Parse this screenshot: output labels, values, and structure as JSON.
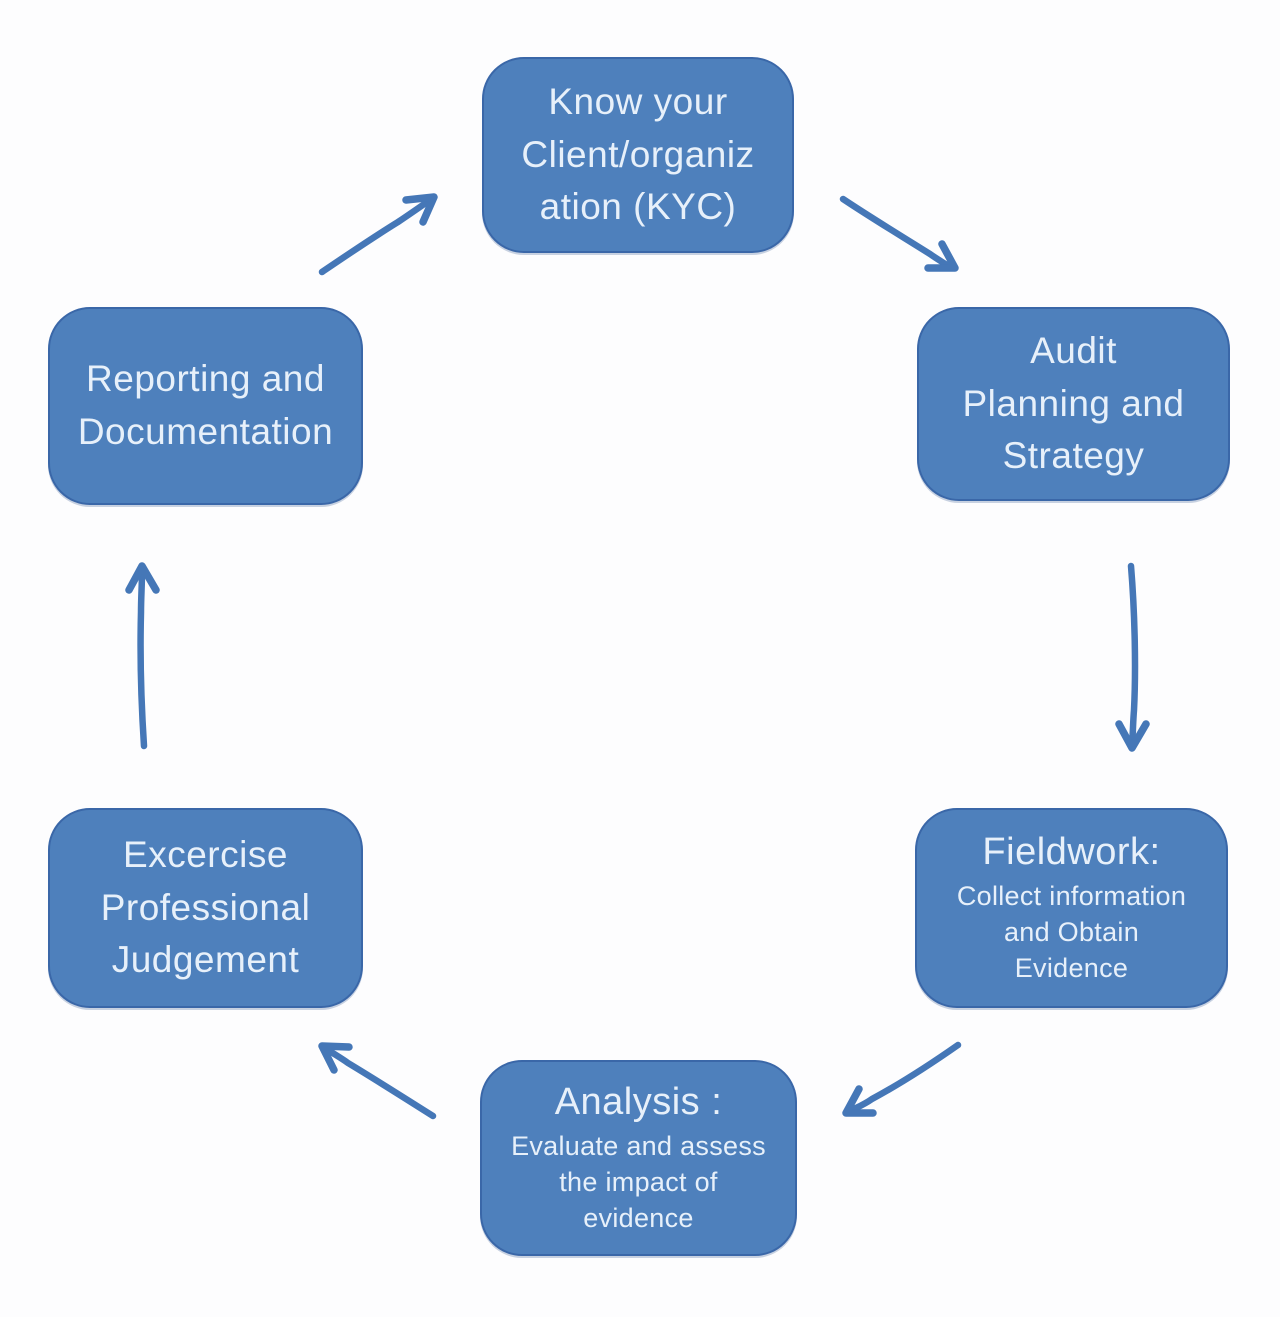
{
  "diagram": {
    "type": "cycle-flow",
    "colors": {
      "node_fill": "#4e80bc",
      "node_border": "#3a67a8",
      "node_text": "#e7f0fa",
      "arrow": "#4577b7",
      "background": "#ffffff"
    },
    "nodes": [
      {
        "id": "kyc",
        "title": "Know your\nClient/organiz\nation (KYC)",
        "subtitle": ""
      },
      {
        "id": "audit",
        "title": "Audit\nPlanning and\nStrategy",
        "subtitle": ""
      },
      {
        "id": "fieldwork",
        "title": "Fieldwork:",
        "subtitle": "Collect information\nand Obtain\nEvidence"
      },
      {
        "id": "analysis",
        "title": "Analysis :",
        "subtitle": "Evaluate and assess\nthe impact of\nevidence"
      },
      {
        "id": "excercise",
        "title": "Excercise\nProfessional\nJudgement",
        "subtitle": ""
      },
      {
        "id": "reporting",
        "title": "Reporting and\nDocumentation",
        "subtitle": ""
      }
    ],
    "arrows": [
      {
        "from": "kyc",
        "to": "audit"
      },
      {
        "from": "audit",
        "to": "fieldwork"
      },
      {
        "from": "fieldwork",
        "to": "analysis"
      },
      {
        "from": "analysis",
        "to": "excercise"
      },
      {
        "from": "excercise",
        "to": "reporting"
      },
      {
        "from": "reporting",
        "to": "kyc"
      }
    ]
  }
}
